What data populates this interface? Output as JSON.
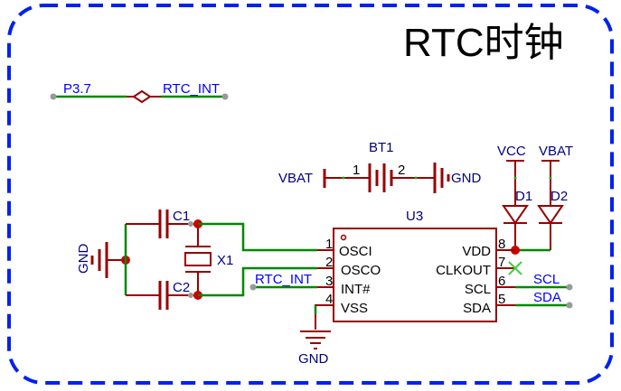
{
  "title": "RTC时钟",
  "colors": {
    "border": "#0022ee",
    "wire": "#008800",
    "part": "#990000",
    "net_label": "#0000ff",
    "part_label": "#000080",
    "junction": "#cc0000",
    "noconnect": "#44cc44"
  },
  "net_bridge": {
    "left": "P3.7",
    "right": "RTC_INT"
  },
  "battery": {
    "ref": "BT1",
    "pin1": "1",
    "pin2": "2",
    "left_net": "VBAT",
    "right_net": "GND"
  },
  "power_supplies": {
    "d1_net": "VCC",
    "d2_net": "VBAT"
  },
  "diodes": {
    "d1": "D1",
    "d2": "D2"
  },
  "capacitors": {
    "c1": "C1",
    "c2": "C2"
  },
  "crystal": {
    "ref": "X1"
  },
  "gnd_left": "GND",
  "gnd_bottom": "GND",
  "chip": {
    "ref": "U3",
    "left_pins": [
      {
        "num": "1",
        "name": "OSCI"
      },
      {
        "num": "2",
        "name": "OSCO"
      },
      {
        "num": "3",
        "name": "INT#"
      },
      {
        "num": "4",
        "name": "VSS"
      }
    ],
    "right_pins": [
      {
        "num": "8",
        "name": "VDD"
      },
      {
        "num": "7",
        "name": "CLKOUT"
      },
      {
        "num": "6",
        "name": "SCL"
      },
      {
        "num": "5",
        "name": "SDA"
      }
    ]
  },
  "net_labels": {
    "int": "RTC_INT",
    "scl": "SCL",
    "sda": "SDA"
  }
}
